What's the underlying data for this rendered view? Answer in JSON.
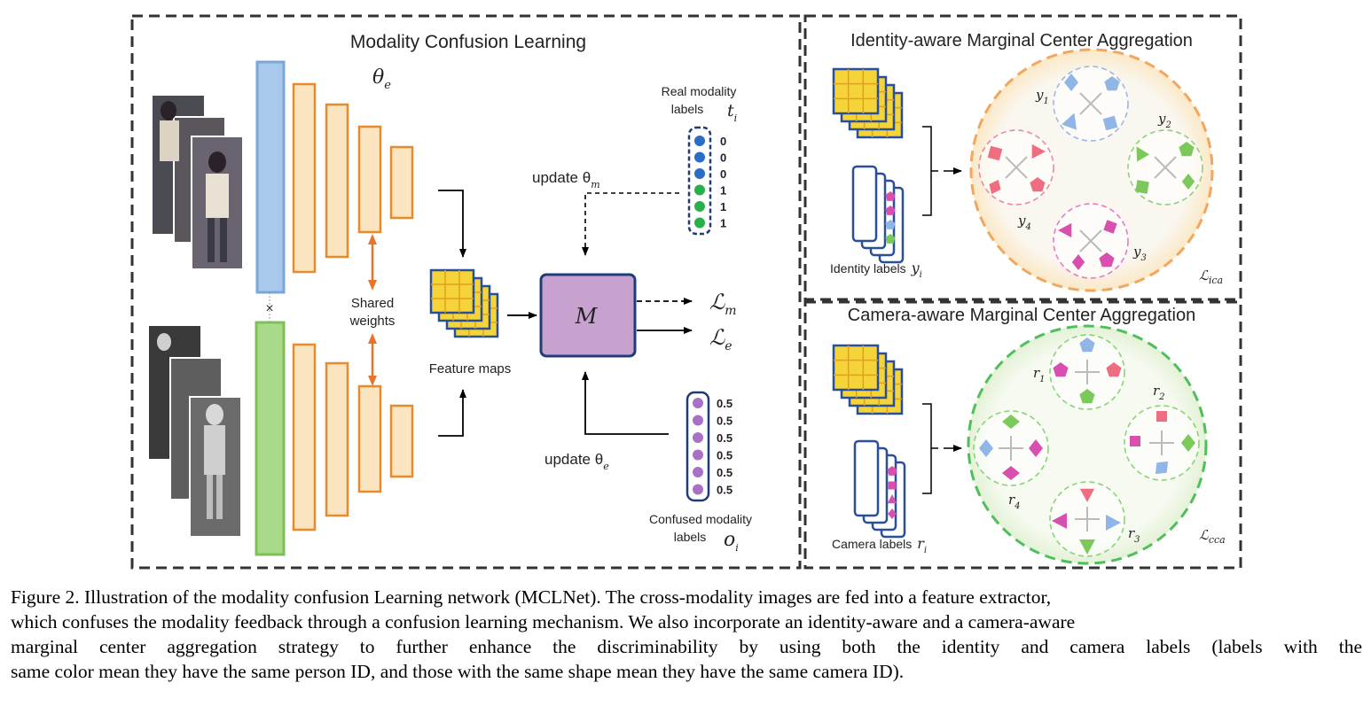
{
  "left_panel": {
    "title": "Modality Confusion Learning",
    "theta_e": "θ",
    "theta_e_sub": "e",
    "shared_weights": [
      "Shared",
      "weights"
    ],
    "feature_maps": "Feature maps",
    "module": "M",
    "update_m": "update θ",
    "update_m_sub": "m",
    "update_e": "update θ",
    "update_e_sub": "e",
    "loss_m": "ℒ",
    "loss_m_sub": "m",
    "loss_e": "ℒ",
    "loss_e_sub": "e",
    "real_labels_title": [
      "Real modality",
      "labels"
    ],
    "real_labels_var": "t",
    "real_labels_var_sub": "i",
    "real_values": [
      "0",
      "0",
      "0",
      "1",
      "1",
      "1"
    ],
    "confused_labels_title": [
      "Confused modality",
      "labels"
    ],
    "confused_labels_var": "o",
    "confused_labels_var_sub": "i",
    "confused_values": [
      "0.5",
      "0.5",
      "0.5",
      "0.5",
      "0.5",
      "0.5"
    ],
    "cross_mark": "×"
  },
  "identity_panel": {
    "title": "Identity-aware Marginal Center Aggregation",
    "labels_caption": "Identity labels",
    "labels_var": "y",
    "labels_var_sub": "i",
    "loss": "ℒ",
    "loss_sub": "ica",
    "clusters": [
      {
        "name": "y",
        "sub": "1"
      },
      {
        "name": "y",
        "sub": "2"
      },
      {
        "name": "y",
        "sub": "3"
      },
      {
        "name": "y",
        "sub": "4"
      }
    ]
  },
  "camera_panel": {
    "title": "Camera-aware Marginal Center Aggregation",
    "labels_caption": "Camera labels",
    "labels_var": "r",
    "labels_var_sub": "i",
    "loss": "ℒ",
    "loss_sub": "cca",
    "clusters": [
      {
        "name": "r",
        "sub": "1"
      },
      {
        "name": "r",
        "sub": "2"
      },
      {
        "name": "r",
        "sub": "3"
      },
      {
        "name": "r",
        "sub": "4"
      }
    ]
  },
  "colors": {
    "blue_bar": "#a8c8ec",
    "green_bar": "#a9d98a",
    "layer_fill": "#fbe5c0",
    "layer_stroke": "#e88a2e",
    "module_fill": "#c7a2cf",
    "feature_fill": "#f5d43a",
    "identity_ring": "#f2a65e",
    "camera_ring": "#4fbf5c"
  },
  "caption": [
    "Figure 2. Illustration of the modality confusion Learning network (MCLNet). The cross-modality images are fed into a feature extractor,",
    "which confuses the modality feedback through a confusion learning mechanism. We also incorporate an identity-aware and a camera-aware",
    "marginal center aggregation strategy to further enhance the discriminability by using both the identity and camera labels (labels with the",
    "same color mean they have the same person ID, and those with the same shape mean they have the same camera ID)."
  ]
}
